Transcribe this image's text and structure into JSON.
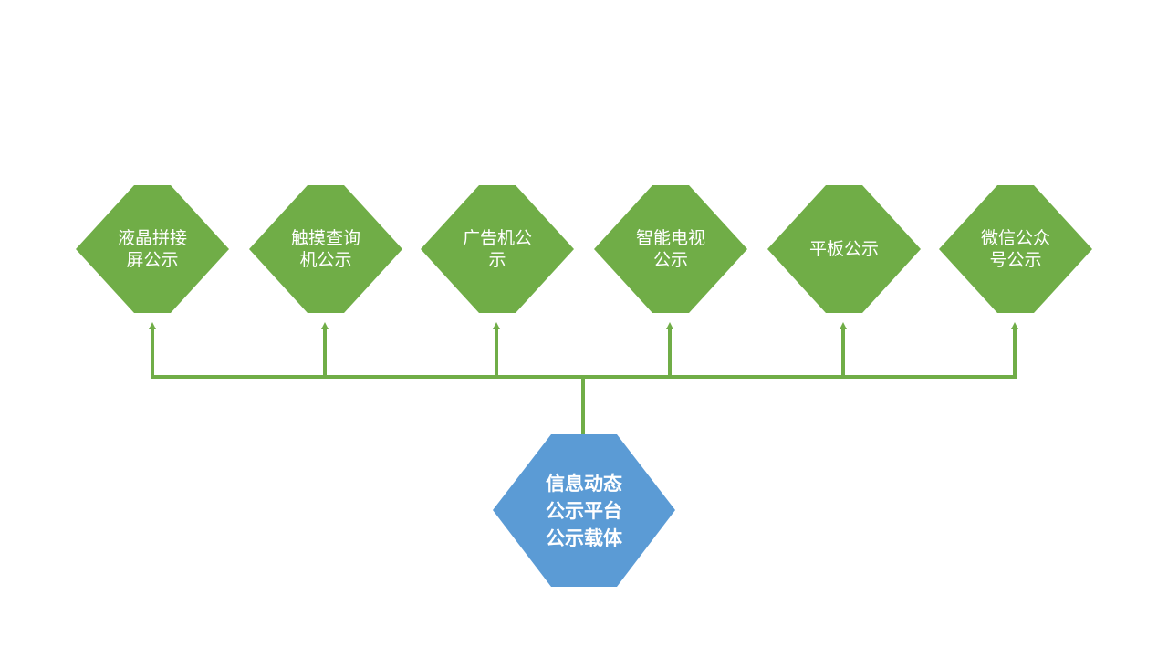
{
  "colors": {
    "target_fill": "#70AD47",
    "source_fill": "#5B9BD5",
    "connector": "#70AD47",
    "text": "#FFFFFF",
    "background": "#FFFFFF"
  },
  "diagram": {
    "type": "tree",
    "root": {
      "label": "信息动态公示平台公示载体",
      "lines": [
        "信息动态",
        "公示平台",
        "公示载体"
      ]
    },
    "children": [
      {
        "label": "液晶拼接屏公示",
        "text": "液晶拼接屏公示"
      },
      {
        "label": "触摸查询机公示",
        "text": "触摸查询机公示"
      },
      {
        "label": "广告机公示",
        "text": "广告机公示"
      },
      {
        "label": "智能电视公示",
        "text": "智能电视公示"
      },
      {
        "label": "平板公示",
        "text": "平板公示"
      },
      {
        "label": "微信公众号公示",
        "text": "微信公众号公示"
      }
    ],
    "edges": [
      {
        "from": "root",
        "to": 0
      },
      {
        "from": "root",
        "to": 1
      },
      {
        "from": "root",
        "to": 2
      },
      {
        "from": "root",
        "to": 3
      },
      {
        "from": "root",
        "to": 4
      },
      {
        "from": "root",
        "to": 5
      }
    ]
  }
}
